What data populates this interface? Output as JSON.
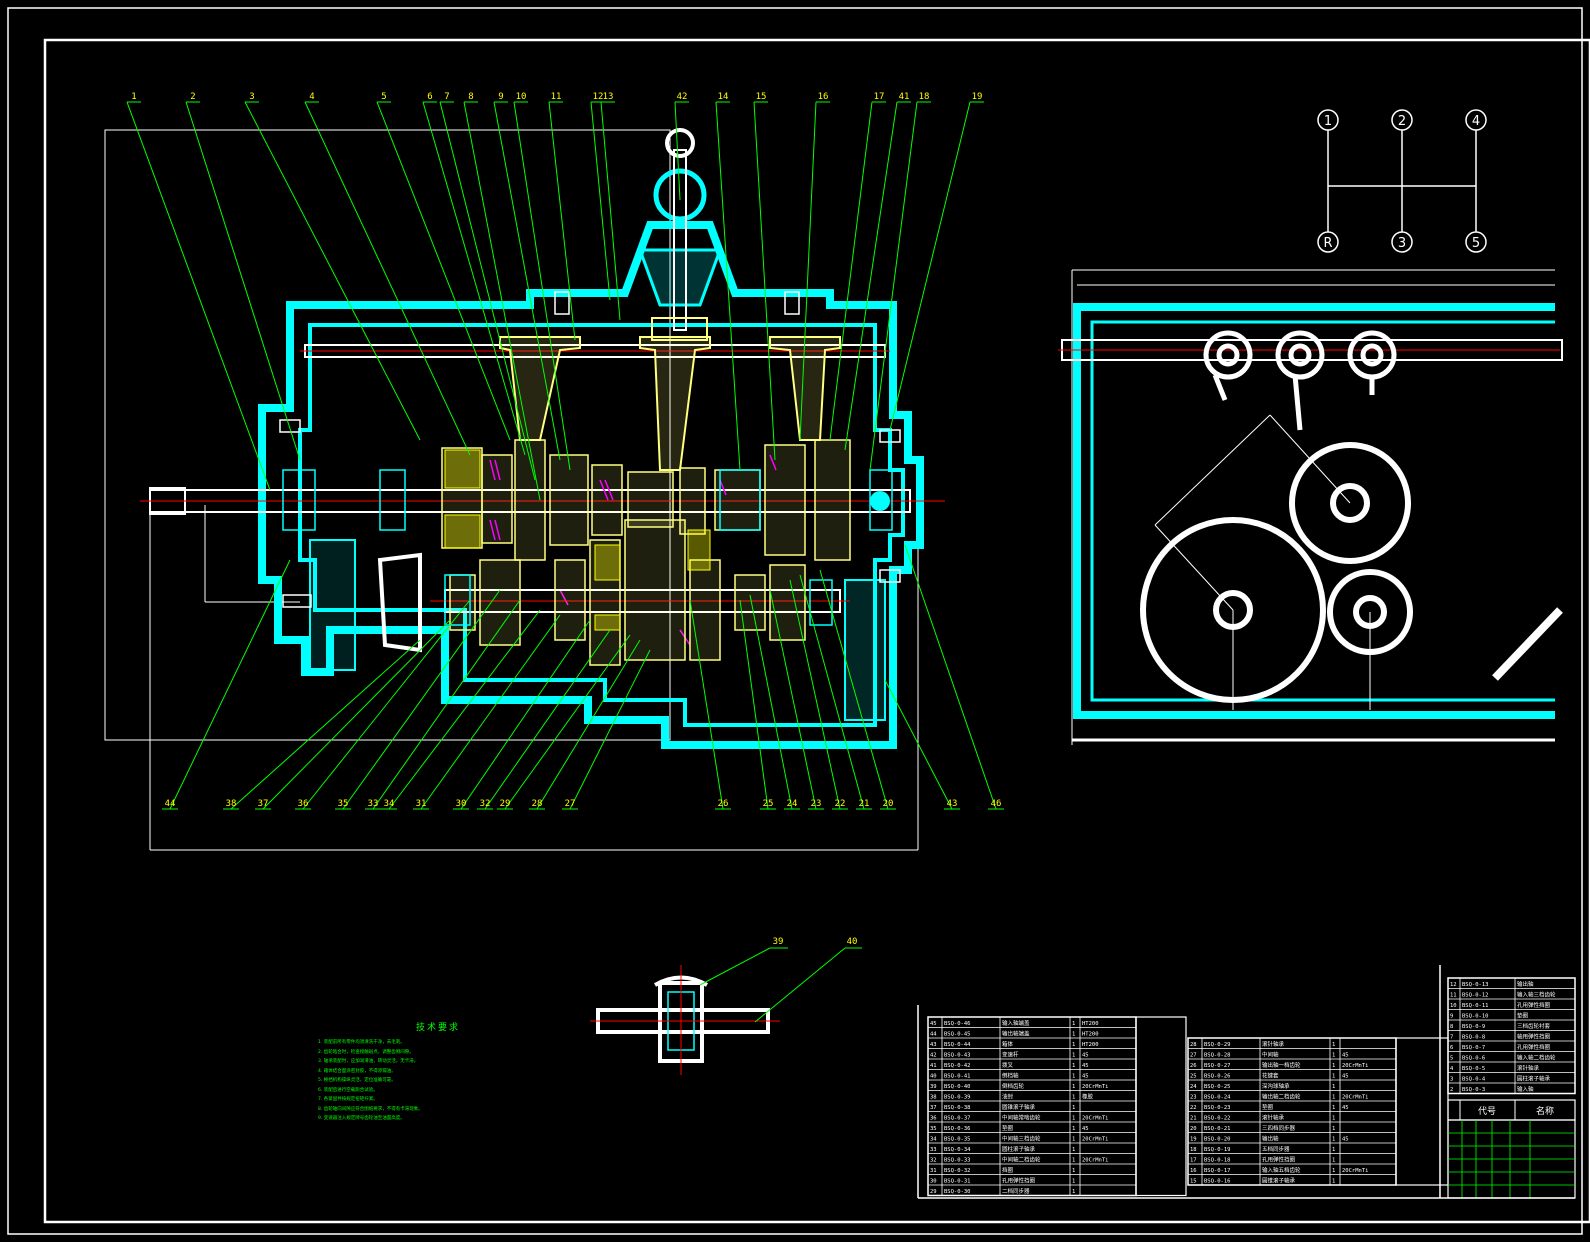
{
  "drawing": {
    "frame_color": "#ffffff",
    "leader_color": "#00ff00",
    "label_color": "#ffff00",
    "housing_color": "#00ffff",
    "center_line_color": "#ff0000",
    "part_color": "#ffff80",
    "gear_color": "#ff00ff"
  },
  "balloons_top": [
    "1",
    "2",
    "3",
    "4",
    "5",
    "6",
    "7",
    "8",
    "9",
    "10",
    "11",
    "12",
    "13",
    "42",
    "14",
    "15",
    "16",
    "17",
    "41",
    "18",
    "19"
  ],
  "balloons_bottom": [
    "44",
    "38",
    "37",
    "36",
    "35",
    "33",
    "34",
    "31",
    "30",
    "32",
    "29",
    "28",
    "27",
    "26",
    "25",
    "24",
    "23",
    "22",
    "21",
    "20",
    "43",
    "46"
  ],
  "detail_balloons": [
    "39",
    "40"
  ],
  "shift_pattern": [
    "1",
    "2",
    "4",
    "R",
    "3",
    "5"
  ],
  "tech_notes": {
    "title": "技术要求",
    "lines": [
      "1. 装配前所有零件均须清洗干净，去毛刺。",
      "2. 齿轮啮合时，检查接触斑点，调整齿侧间隙。",
      "3. 轴承装配时，应加润滑油，转动灵活，无卡滞。",
      "4. 箱体结合面涂密封胶，不得渗漏油。",
      "5. 换挡机构操纵灵活，定位准确可靠。",
      "6. 装配后进行空载跑合试验。",
      "7. 各紧固件按规定扭矩拧紧。",
      "8. 齿轮轴向间隙应符合图纸要求，不得有卡滞现象。",
      "9. 变速器注入规定牌号齿轮油至油面高度。"
    ]
  },
  "bom": {
    "header": {
      "code": "代号",
      "name": "名称"
    },
    "left_rows": [
      {
        "no": "45",
        "code": "BSQ-0-46",
        "name": "输入轴端盖",
        "qty": "1",
        "mat": "HT200"
      },
      {
        "no": "44",
        "code": "BSQ-0-45",
        "name": "输出轴端盖",
        "qty": "1",
        "mat": "HT200"
      },
      {
        "no": "43",
        "code": "BSQ-0-44",
        "name": "箱体",
        "qty": "1",
        "mat": "HT200"
      },
      {
        "no": "42",
        "code": "BSQ-0-43",
        "name": "变速杆",
        "qty": "1",
        "mat": "45"
      },
      {
        "no": "41",
        "code": "BSQ-0-42",
        "name": "拨叉",
        "qty": "1",
        "mat": "45"
      },
      {
        "no": "40",
        "code": "BSQ-0-41",
        "name": "倒档轴",
        "qty": "1",
        "mat": "45"
      },
      {
        "no": "39",
        "code": "BSQ-0-40",
        "name": "倒档齿轮",
        "qty": "1",
        "mat": "20CrMnTi"
      },
      {
        "no": "38",
        "code": "BSQ-0-39",
        "name": "油封",
        "qty": "1",
        "mat": "橡胶"
      },
      {
        "no": "37",
        "code": "BSQ-0-38",
        "name": "圆锥滚子轴承",
        "qty": "1",
        "mat": ""
      },
      {
        "no": "36",
        "code": "BSQ-0-37",
        "name": "中间轴常啮齿轮",
        "qty": "1",
        "mat": "20CrMnTi"
      },
      {
        "no": "35",
        "code": "BSQ-0-36",
        "name": "垫圈",
        "qty": "1",
        "mat": "45"
      },
      {
        "no": "34",
        "code": "BSQ-0-35",
        "name": "中间轴三档齿轮",
        "qty": "1",
        "mat": "20CrMnTi"
      },
      {
        "no": "33",
        "code": "BSQ-0-34",
        "name": "圆柱滚子轴承",
        "qty": "1",
        "mat": ""
      },
      {
        "no": "32",
        "code": "BSQ-0-33",
        "name": "中间轴二档齿轮",
        "qty": "1",
        "mat": "20CrMnTi"
      },
      {
        "no": "31",
        "code": "BSQ-0-32",
        "name": "挡圈",
        "qty": "1",
        "mat": ""
      },
      {
        "no": "30",
        "code": "BSQ-0-31",
        "name": "孔用弹性挡圈",
        "qty": "1",
        "mat": ""
      },
      {
        "no": "29",
        "code": "BSQ-0-30",
        "name": "二档同步器",
        "qty": "1",
        "mat": ""
      }
    ],
    "mid_rows": [
      {
        "no": "28",
        "code": "BSQ-0-29",
        "name": "滚针轴承",
        "qty": "1",
        "mat": ""
      },
      {
        "no": "27",
        "code": "BSQ-0-28",
        "name": "中间轴",
        "qty": "1",
        "mat": "45"
      },
      {
        "no": "26",
        "code": "BSQ-0-27",
        "name": "输出轴一档齿轮",
        "qty": "1",
        "mat": "20CrMnTi"
      },
      {
        "no": "25",
        "code": "BSQ-0-26",
        "name": "花键套",
        "qty": "1",
        "mat": "45"
      },
      {
        "no": "24",
        "code": "BSQ-0-25",
        "name": "深沟球轴承",
        "qty": "1",
        "mat": ""
      },
      {
        "no": "23",
        "code": "BSQ-0-24",
        "name": "输出轴二档齿轮",
        "qty": "1",
        "mat": "20CrMnTi"
      },
      {
        "no": "22",
        "code": "BSQ-0-23",
        "name": "垫圈",
        "qty": "1",
        "mat": "45"
      },
      {
        "no": "21",
        "code": "BSQ-0-22",
        "name": "滚针轴承",
        "qty": "1",
        "mat": ""
      },
      {
        "no": "20",
        "code": "BSQ-0-21",
        "name": "三四档同步器",
        "qty": "1",
        "mat": ""
      },
      {
        "no": "19",
        "code": "BSQ-0-20",
        "name": "输出轴",
        "qty": "1",
        "mat": "45"
      },
      {
        "no": "18",
        "code": "BSQ-0-19",
        "name": "五档同步器",
        "qty": "1",
        "mat": ""
      },
      {
        "no": "17",
        "code": "BSQ-0-18",
        "name": "孔用弹性挡圈",
        "qty": "1",
        "mat": ""
      },
      {
        "no": "16",
        "code": "BSQ-0-17",
        "name": "输入轴五档齿轮",
        "qty": "1",
        "mat": "20CrMnTi"
      },
      {
        "no": "15",
        "code": "BSQ-0-16",
        "name": "圆锥滚子轴承",
        "qty": "1",
        "mat": ""
      }
    ],
    "right_rows": [
      {
        "no": "12",
        "code": "BSQ-0-13",
        "name": "输出轴"
      },
      {
        "no": "11",
        "code": "BSQ-0-12",
        "name": "输入轴三档齿轮"
      },
      {
        "no": "10",
        "code": "BSQ-0-11",
        "name": "孔用弹性挡圈"
      },
      {
        "no": "9",
        "code": "BSQ-0-10",
        "name": "垫圈"
      },
      {
        "no": "8",
        "code": "BSQ-0-9",
        "name": "三档齿轮衬套"
      },
      {
        "no": "7",
        "code": "BSQ-0-8",
        "name": "轴用弹性挡圈"
      },
      {
        "no": "6",
        "code": "BSQ-0-7",
        "name": "孔用弹性挡圈"
      },
      {
        "no": "5",
        "code": "BSQ-0-6",
        "name": "输入轴二档齿轮"
      },
      {
        "no": "4",
        "code": "BSQ-0-5",
        "name": "滚针轴承"
      },
      {
        "no": "3",
        "code": "BSQ-0-4",
        "name": "圆柱滚子轴承"
      },
      {
        "no": "2",
        "code": "BSQ-0-3",
        "name": "输入轴"
      }
    ]
  }
}
